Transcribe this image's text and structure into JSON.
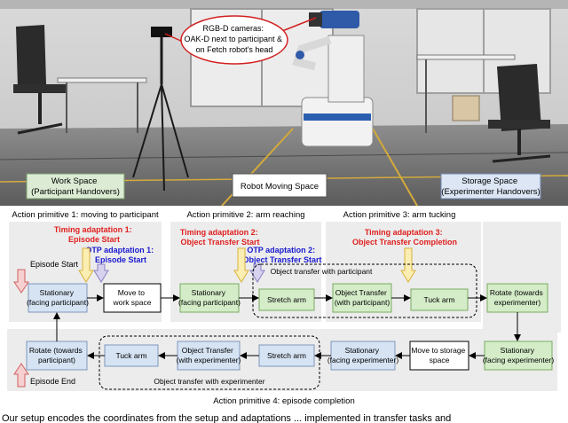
{
  "photo": {
    "callout": [
      "RGB-D cameras:",
      "OAK-D next to participant &",
      "on Fetch robot's head"
    ],
    "work_space": [
      "Work Space",
      "(Participant Handovers)"
    ],
    "robot_space": "Robot Moving Space",
    "storage_space": [
      "Storage Space",
      "(Experimenter Handovers)"
    ]
  },
  "primitive_titles": {
    "p1": "Action primitive 1: moving to participant",
    "p2": "Action primitive 2: arm reaching",
    "p3": "Action primitive 3: arm tucking",
    "p4": "Action primitive 4: episode completion"
  },
  "adaptations": {
    "timing1": [
      "Timing adaptation 1:",
      "Episode Start"
    ],
    "otp1": [
      "OTP adaptation 1:",
      "Episode Start"
    ],
    "timing2": [
      "Timing adaptation 2:",
      "Object Transfer Start"
    ],
    "otp2": [
      "OTP adaptation 2:",
      "Object Transfer Start"
    ],
    "timing3": [
      "Timing adaptation 3:",
      "Object Transfer Completion"
    ]
  },
  "episode_start": "Episode Start",
  "episode_end": "Episode End",
  "top_row": {
    "stationary_participant": [
      "Stationary",
      "(facing participant)"
    ],
    "move_work": [
      "Move to",
      "work space"
    ],
    "stationary_participant_2": [
      "Stationary",
      "(facing participant)"
    ],
    "stretch_arm": "Stretch arm",
    "transfer_participant": [
      "Object Transfer",
      "(with participant)"
    ],
    "tuck_arm": "Tuck arm",
    "rotate_experimenter": [
      "Rotate (towards",
      "experimenter)"
    ]
  },
  "bottom_row": {
    "stationary_experimenter_right": [
      "Stationary",
      "(facing experimenter)"
    ],
    "move_storage": [
      "Move to storage",
      "space"
    ],
    "stationary_experimenter": [
      "Stationary",
      "(facing experimenter)"
    ],
    "stretch_arm": "Stretch arm",
    "transfer_experimenter": [
      "Object Transfer",
      "(with experimenter)"
    ],
    "tuck_arm": "Tuck arm",
    "rotate_participant": [
      "Rotate (towards",
      "participant)"
    ]
  },
  "group_labels": {
    "participant": "Object transfer with participant",
    "experimenter": "Object transfer with experimenter"
  },
  "caption": "Our setup encodes the coordinates from the setup and adaptations ... implemented in transfer tasks and"
}
